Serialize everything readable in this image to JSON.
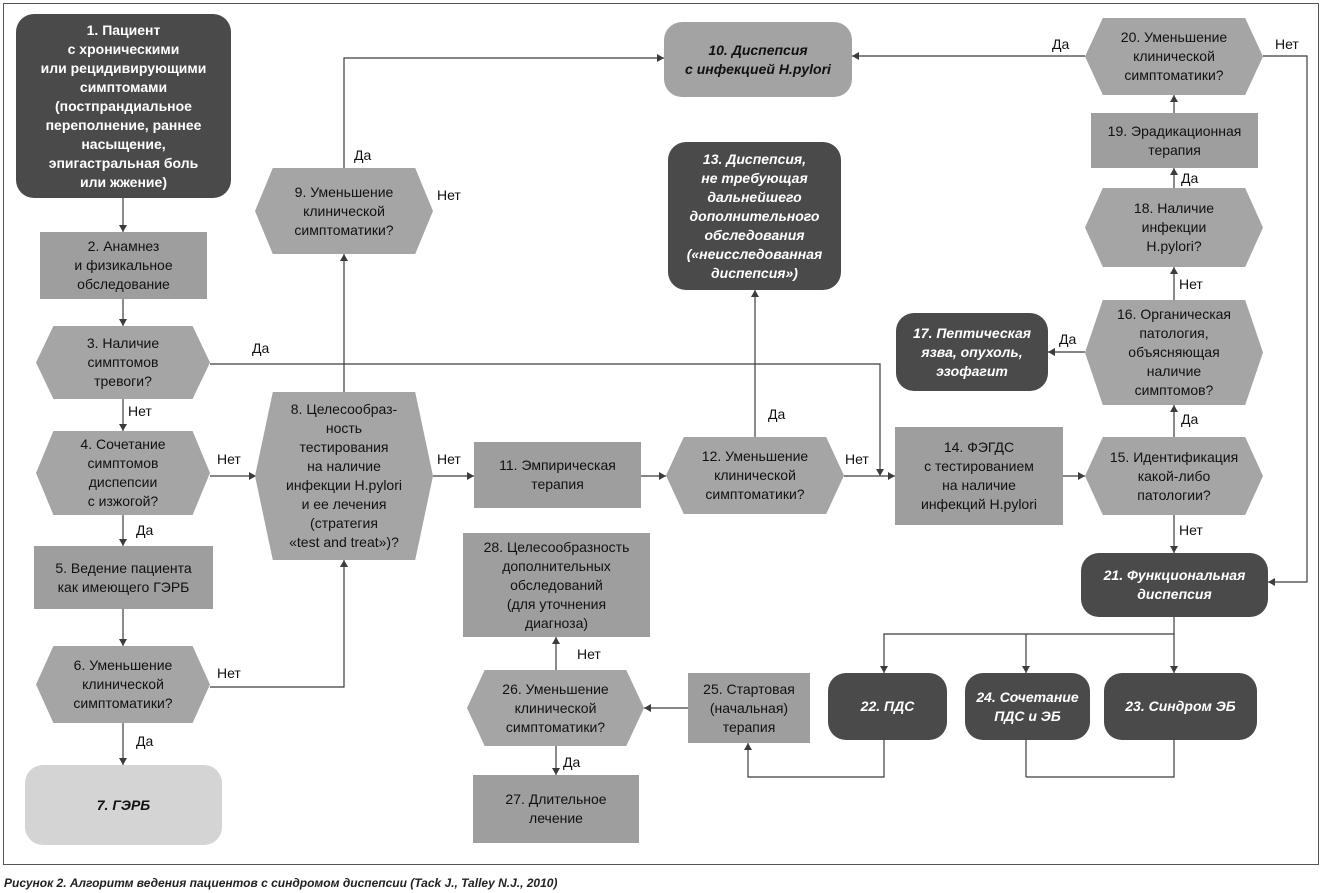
{
  "nodes": {
    "n1": "1. Пациент\nс хроническими\nили рецидивирующими\nсимптомами\n(постпрандиальное\nпереполнение, раннее\nнасыщение,\nэпигастральная боль\nили жжение)",
    "n2": "2. Анамнез\nи физикальное\nобследование",
    "n3": "3. Наличие\nсимптомов\nтревоги?",
    "n4": "4. Сочетание\nсимптомов\nдиспепсии\nс изжогой?",
    "n5": "5. Ведение пациента\nкак имеющего ГЭРБ",
    "n6": "6. Уменьшение\nклинической\nсимптоматики?",
    "n7": "7. ГЭРБ",
    "n8": "8. Целесообраз-\nность\nтестирования\nна наличие\nинфекции H.pylori\nи ее лечения\n(стратегия\n«test and treat»)?",
    "n9": "9. Уменьшение\nклинической\nсимптоматики?",
    "n10": "10. Диспепсия\nс инфекцией H.pylori",
    "n11": "11. Эмпирическая\nтерапия",
    "n12": "12. Уменьшение\nклинической\nсимптоматики?",
    "n13": "13. Диспепсия,\nне требующая\nдальнейшего\nдополнительного\nобследования\n(«неисследованная\nдиспепсия»)",
    "n14": "14. ФЭГДС\nс тестированием\nна наличие\nинфекций H.pylori",
    "n15": "15. Идентификация\nкакой-либо\nпатологии?",
    "n16": "16. Органическая\nпатология,\nобъясняющая\nналичие\nсимптомов?",
    "n17": "17. Пептическая\nязва, опухоль,\nэзофагит",
    "n18": "18. Наличие\nинфекции\nH.pylori?",
    "n19": "19. Эрадикационная\nтерапия",
    "n20": "20. Уменьшение\nклинической\nсимптоматики?",
    "n21": "21. Функциональная\nдиспепсия",
    "n22": "22. ПДС",
    "n23": "23. Синдром ЭБ",
    "n24": "24. Сочетание\nПДС и ЭБ",
    "n25": "25. Стартовая\n(начальная)\nтерапия",
    "n26": "26. Уменьшение\nклинической\nсимптоматики?",
    "n27": "27. Длительное\nлечение",
    "n28": "28. Целесообразность\nдополнительных\nобследований\n(для уточнения\nдиагноза)"
  },
  "labels": {
    "yes": "Да",
    "no": "Нет"
  },
  "caption": "Рисунок 2. Алгоритм ведения пациентов с синдромом диспепсии (Tack J., Talley N.J., 2010)",
  "colors": {
    "box": "#9e9e9e",
    "decision": "#a5a5a5",
    "dark_terminal": "#4a4a4a",
    "light_terminal": "#d4d4d4",
    "lines": "#3c3c3c"
  }
}
